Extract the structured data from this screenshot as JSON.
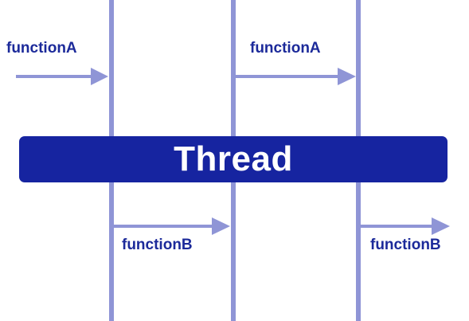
{
  "thread": {
    "label": "Thread"
  },
  "calls": [
    {
      "label": "functionA"
    },
    {
      "label": "functionA"
    },
    {
      "label": "functionB"
    },
    {
      "label": "functionB"
    }
  ],
  "colors": {
    "thread_fill": "#1624a0",
    "thread_text": "#ffffff",
    "lines": "#8f95d6",
    "label_text": "#1c2a9a"
  }
}
